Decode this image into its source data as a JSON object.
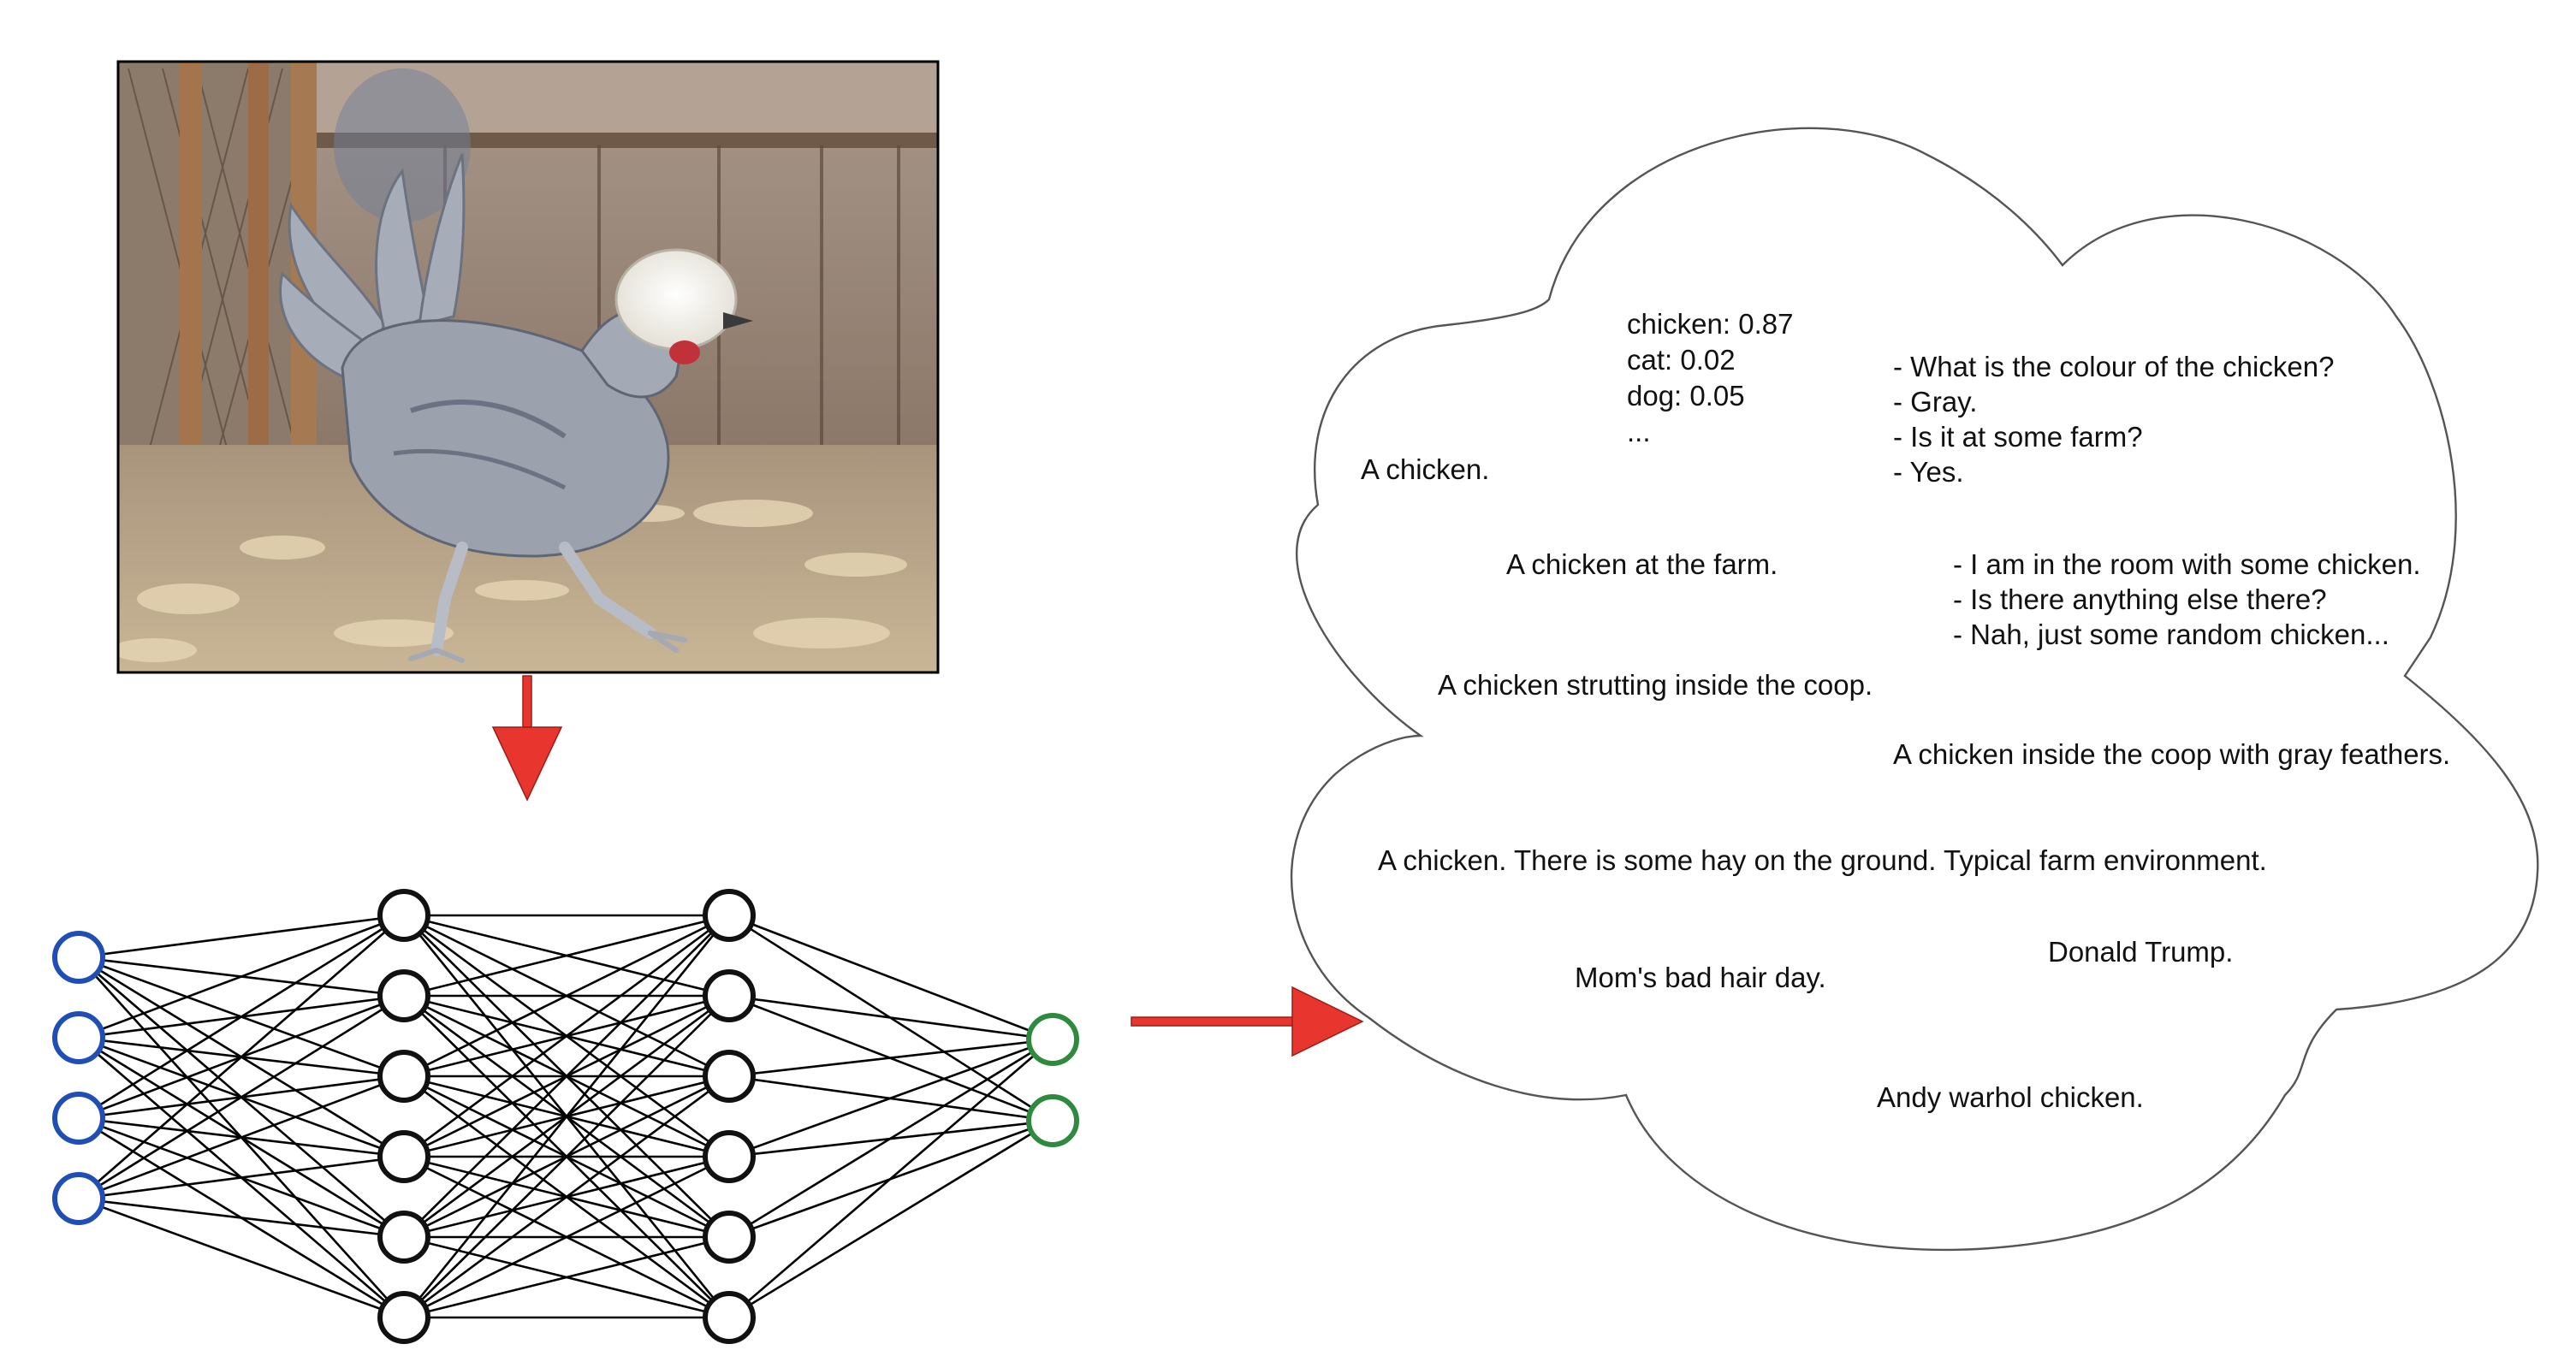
{
  "photo": {
    "subject": "white-crested gray chicken in a coop",
    "colors": {
      "sky": "#b9a898",
      "wall": "#8e7866",
      "floor": "#b8a58d",
      "hay": "#d9c5a3",
      "body": "#9ba1ad",
      "crest": "#f2f0ea"
    }
  },
  "network": {
    "layers": [
      {
        "count": 4,
        "color": "#1f4fb5"
      },
      {
        "count": 6,
        "color": "#111111"
      },
      {
        "count": 6,
        "color": "#111111"
      },
      {
        "count": 2,
        "color": "#2d8a3e"
      }
    ]
  },
  "arrows": {
    "color": "#e8352e"
  },
  "cloud": {
    "probabilities": [
      "chicken: 0.87",
      "cat: 0.02",
      "dog: 0.05",
      "..."
    ],
    "caption_1": "A chicken.",
    "qa_1": [
      "- What is the colour of the chicken?",
      "- Gray.",
      "- Is it at some farm?",
      "- Yes."
    ],
    "caption_2": "A chicken at the farm.",
    "dialog_2": [
      "- I am in the room with some chicken.",
      "- Is there anything else there?",
      "- Nah, just some random chicken..."
    ],
    "caption_3": "A chicken strutting inside the coop.",
    "caption_4": "A chicken inside the coop with gray feathers.",
    "caption_5": "A chicken. There is some hay on the ground. Typical farm environment.",
    "caption_6": "Donald Trump.",
    "caption_7": "Mom's bad hair day.",
    "caption_8": "Andy warhol chicken."
  }
}
